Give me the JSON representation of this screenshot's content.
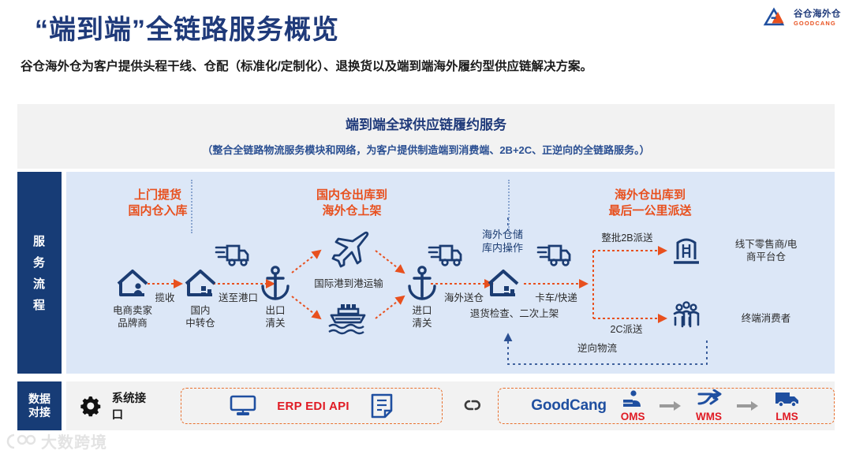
{
  "header": {
    "title": "“端到端”全链路服务概览",
    "subtitle": "谷仓海外仓为客户提供头程干线、仓配（标准化/定制化）、退换货以及端到端海外履约型供应链解决方案。",
    "logo_cn": "谷仓海外仓",
    "logo_en": "GOODCANG"
  },
  "banner": {
    "title": "端到端全球供应链履约服务",
    "subtitle": "（整合全链路物流服务模块和网络，为客户提供制造端到消费端、2B+2C、正逆向的全链路服务。）"
  },
  "flow": {
    "sidebar_chars": [
      "服",
      "务",
      "流",
      "程"
    ],
    "sections": [
      {
        "line1": "上门提货",
        "line2": "国内仓入库"
      },
      {
        "line1": "国内仓出库到",
        "line2": "海外仓上架"
      },
      {
        "line1": "海外仓出库到",
        "line2": "最后一公里派送"
      }
    ],
    "nodes": [
      {
        "icon": "house-person-icon",
        "cap1": "电商卖家",
        "cap2": "品牌商"
      },
      {
        "icon": "house-boxes-icon",
        "cap1": "国内",
        "cap2": "中转仓"
      },
      {
        "icon": "anchor-icon",
        "cap1": "出口",
        "cap2": "清关"
      },
      {
        "icon": "airplane-icon",
        "cap1": "",
        "cap2": ""
      },
      {
        "icon": "ship-icon",
        "cap1": "",
        "cap2": ""
      },
      {
        "icon": "anchor-icon",
        "cap1": "进口",
        "cap2": "清关"
      },
      {
        "icon": "house-boxes-icon",
        "cap1": "",
        "cap2": ""
      },
      {
        "icon": "building-icon",
        "cap1": "线下零售商/电",
        "cap2": "商平台仓"
      },
      {
        "icon": "people-icon",
        "cap1": "终端消费者",
        "cap2": ""
      }
    ],
    "labels": {
      "pickup": "揽收",
      "to_port": "送至港口",
      "intl_transport": "国际港到港运输",
      "overseas_delivery": "海外送仓",
      "warehouse_op_1": "海外仓储",
      "warehouse_op_2": "库内操作",
      "truck_express": "卡车/快递",
      "return_check": "退货检查、二次上架",
      "bulk_2b": "整批2B派送",
      "dist_2c": "2C派送",
      "reverse_logistics": "逆向物流"
    }
  },
  "data_bar": {
    "sidebar_line1": "数据",
    "sidebar_line2": "对接",
    "system_label": "系统接口",
    "erp_label": "ERP EDI API",
    "goodcang_label": "GoodCang",
    "systems": [
      {
        "abbr": "OMS",
        "icon": "oms-icon"
      },
      {
        "abbr": "WMS",
        "icon": "wms-icon"
      },
      {
        "abbr": "LMS",
        "icon": "lms-icon"
      }
    ]
  },
  "watermark": {
    "text": "大数跨境"
  },
  "colors": {
    "navy": "#173C76",
    "title_blue": "#1F3A7A",
    "orange": "#E8501E",
    "panel_blue": "#DCE7F7",
    "banner_gray": "#F2F2F2",
    "red": "#E01B24"
  }
}
